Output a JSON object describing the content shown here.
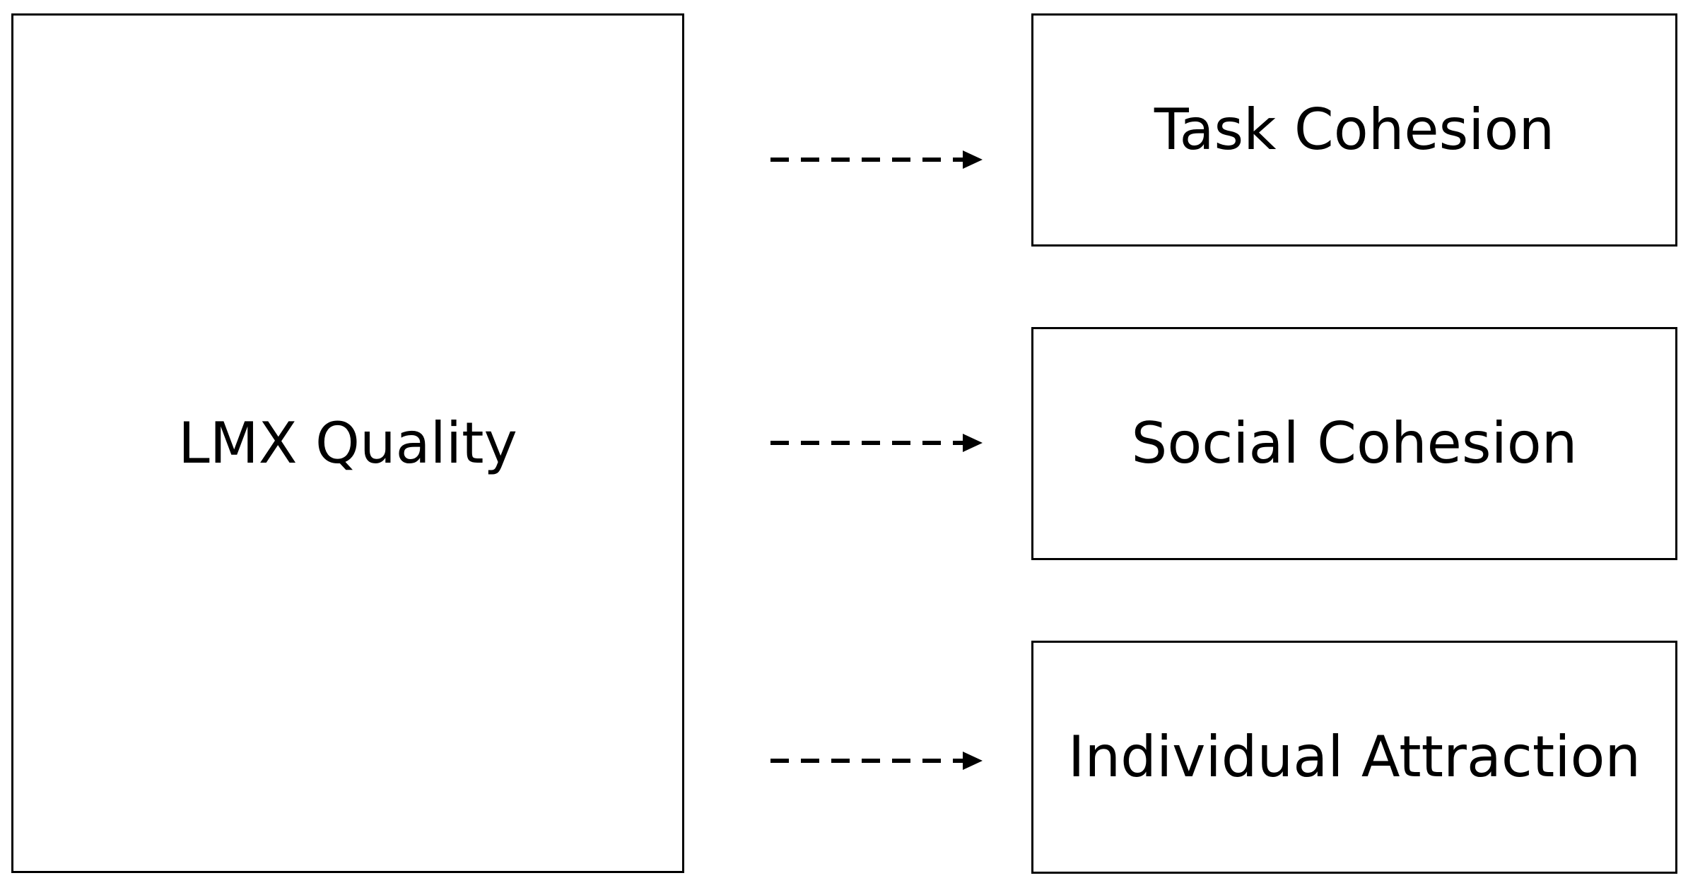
{
  "diagram": {
    "source": {
      "label": "LMX Quality"
    },
    "targets": [
      {
        "label": "Task Cohesion"
      },
      {
        "label": "Social Cohesion"
      },
      {
        "label": "Individual Attraction"
      }
    ],
    "connector_style": "dashed-arrow",
    "colors": {
      "stroke": "#000000",
      "fill": "#ffffff"
    }
  }
}
